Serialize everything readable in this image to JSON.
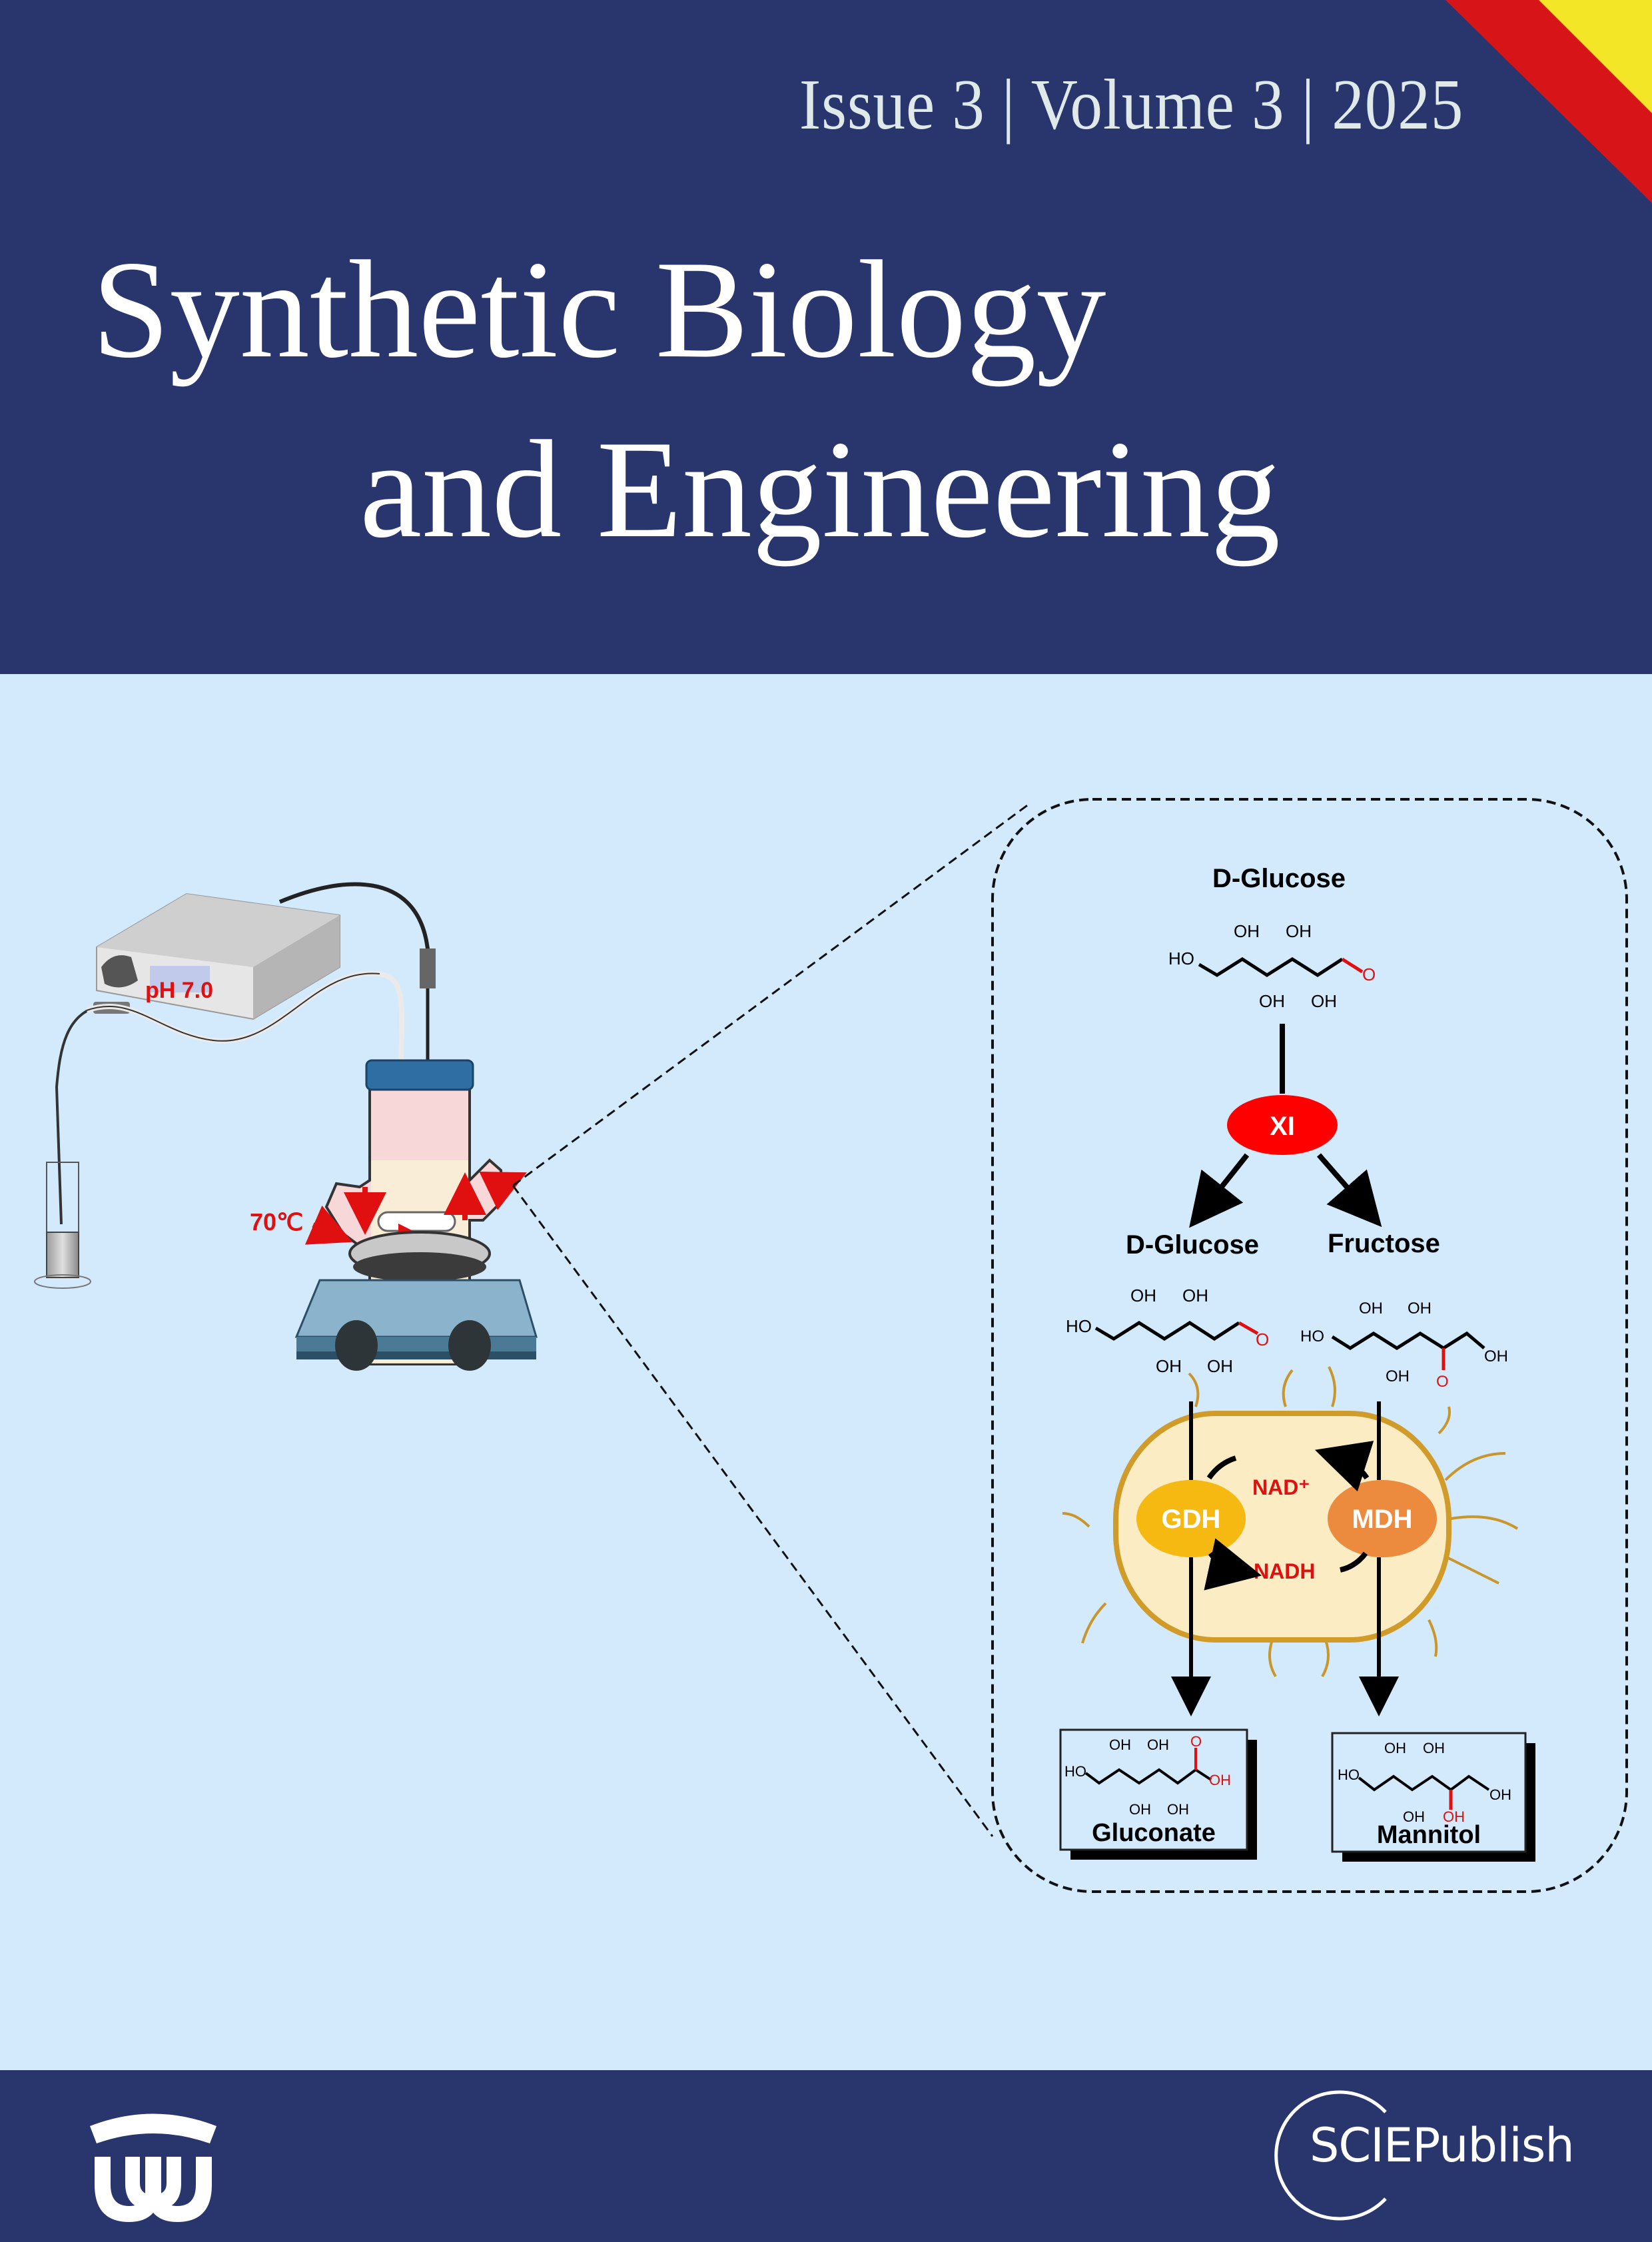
{
  "header": {
    "issue_line": "Issue 3 | Volume 3 | 2025",
    "issue": "Issue 3",
    "volume": "Volume 3",
    "year": "2025",
    "title_line_1": "Synthetic Biology",
    "title_line_2": "and Engineering"
  },
  "colors": {
    "brand_navy": "#29356d",
    "background_light_blue": "#d3e9fc",
    "accent_red": "#d71518",
    "accent_yellow": "#f2e627",
    "highlight_red": "#e01010"
  },
  "illustration": {
    "ph_label": "pH 7.0",
    "temperature_label": "70℃",
    "pathway": {
      "substrate": "D-Glucose",
      "enzyme_isomerase": "XI",
      "branch_left": "D-Glucose",
      "branch_right": "Fructose",
      "cofactor_oxidized": "NAD⁺",
      "cofactor_reduced": "NADH",
      "enzyme_left": "GDH",
      "enzyme_right": "MDH",
      "product_left": "Gluconate",
      "product_right": "Mannitol",
      "hydroxyl": "OH",
      "hydroxyl_left": "HO",
      "oxygen": "O"
    }
  },
  "footer": {
    "publisher": "SCIEPublish",
    "logo_icon": "journal-logo-icon"
  }
}
